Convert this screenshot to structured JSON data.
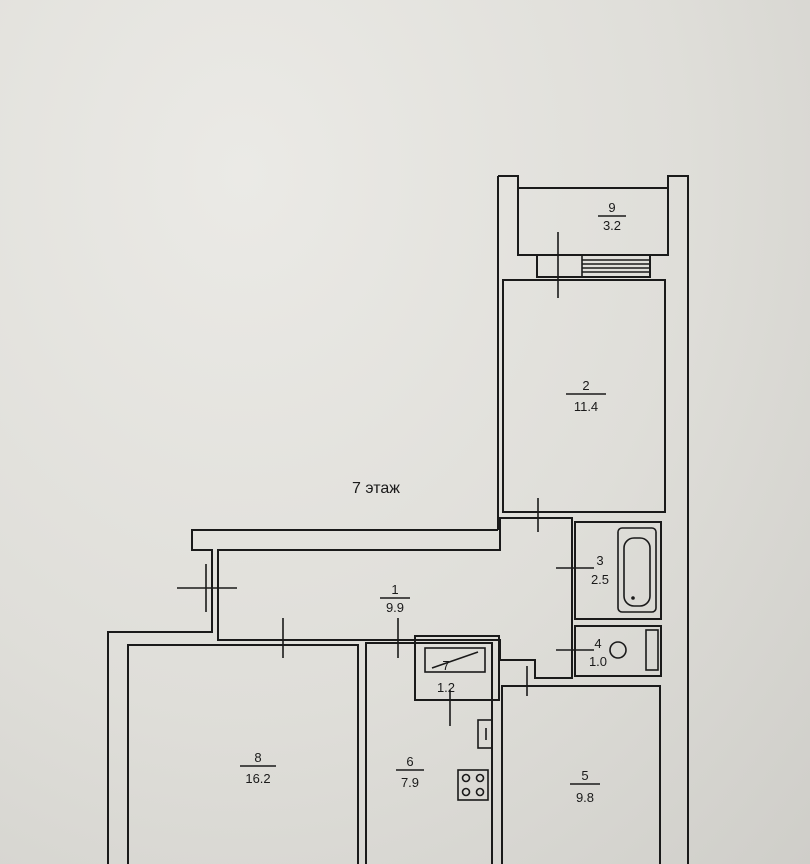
{
  "floor_label": "7 этаж",
  "rooms": [
    {
      "number": "9",
      "area": "3.2"
    },
    {
      "number": "2",
      "area": "11.4"
    },
    {
      "number": "3",
      "area": "2.5"
    },
    {
      "number": "1",
      "area": "9.9"
    },
    {
      "number": "4",
      "area": "1.0"
    },
    {
      "number": "7",
      "area": "1.2"
    },
    {
      "number": "8",
      "area": "16.2"
    },
    {
      "number": "6",
      "area": "7.9"
    },
    {
      "number": "5",
      "area": "9.8"
    }
  ],
  "icons": [
    "bathtub-icon",
    "toilet-icon",
    "stove-icon",
    "sink-icon",
    "ventilation-shaft-icon"
  ]
}
